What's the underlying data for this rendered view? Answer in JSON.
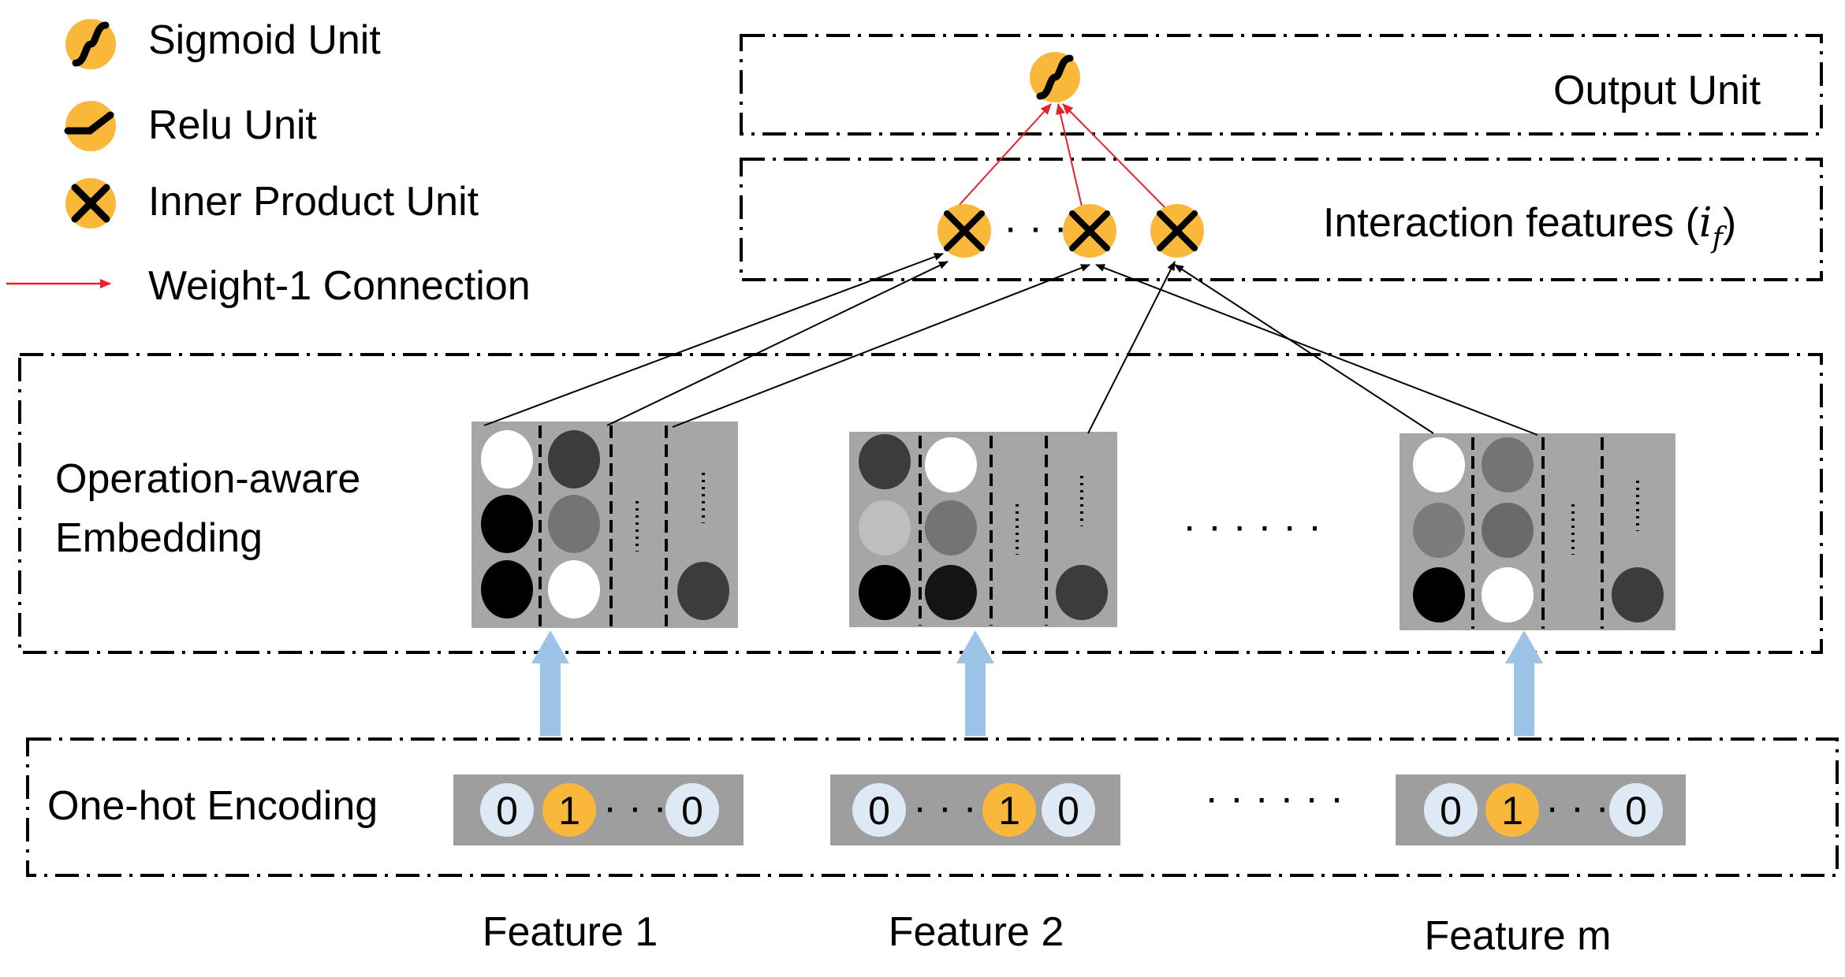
{
  "legend": {
    "sigmoid_label": "Sigmoid Unit",
    "relu_label": "Relu Unit",
    "inner_product_label": "Inner Product Unit",
    "weight_label": "Weight-1 Connection"
  },
  "layers": {
    "output_label": "Output Unit",
    "interaction_label_prefix": "Interaction features (",
    "interaction_symbol_base": "i",
    "interaction_symbol_sub": "f",
    "interaction_label_suffix": ")",
    "interaction_dots": "· · ·",
    "embedding_line1": "Operation-aware",
    "embedding_line2": "Embedding",
    "embedding_ellipsis": "· · · · · ·",
    "onehot_label": "One-hot Encoding",
    "onehot_ellipsis": "· · · · · ·"
  },
  "features": [
    {
      "name": "Feature 1",
      "bits": [
        "0",
        "1",
        "0"
      ],
      "dots": "· · ·"
    },
    {
      "name": "Feature 2",
      "bits": [
        "0",
        "1",
        "0"
      ],
      "dots": "· · ·"
    },
    {
      "name": "Feature m",
      "bits": [
        "0",
        "1",
        "0"
      ],
      "dots": "· · ·"
    }
  ],
  "colors": {
    "unit_fill": "#f9b83a",
    "weight_arrow": "#e8202a",
    "embed_bg": "#a6a6a6",
    "onehot_bg": "#9e9e9e",
    "bit_off": "#dde9f5",
    "up_arrow": "#9dc3e6"
  }
}
